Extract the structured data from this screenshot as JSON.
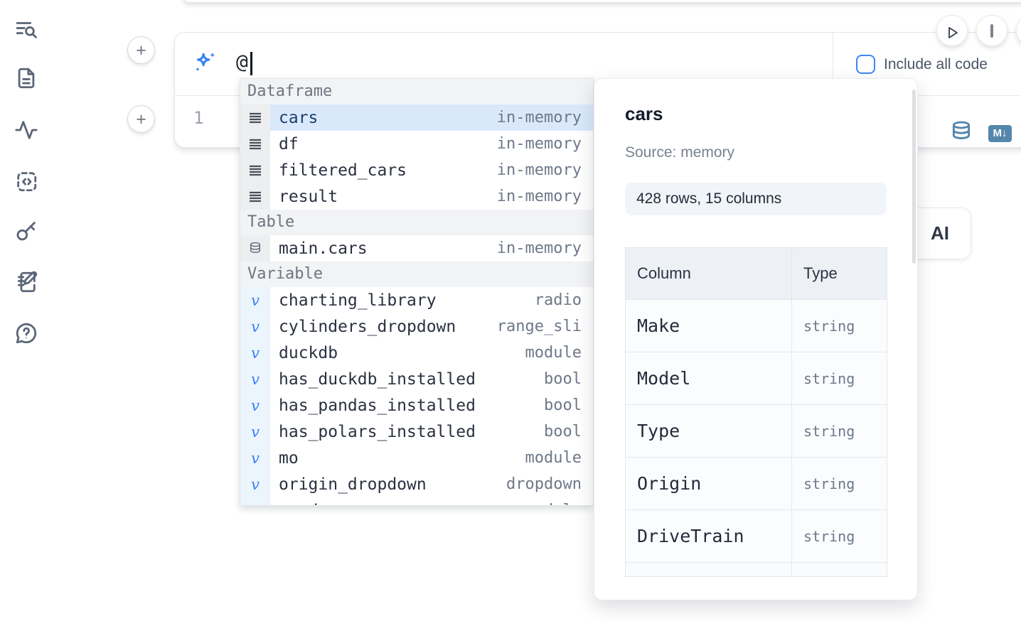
{
  "sidebar": {
    "icons": [
      "text-search",
      "file-document",
      "activity",
      "code-snippet",
      "key",
      "scratchpad",
      "help-chat"
    ]
  },
  "toolbar": {
    "play": "run-button",
    "stop": "stop-button",
    "include_all_code_label": "Include all code"
  },
  "prompt": {
    "value": "@",
    "line_number": "1",
    "markdown_badge": "M↓"
  },
  "autocomplete": {
    "sections": [
      {
        "label": "Dataframe",
        "items": [
          {
            "name": "cars",
            "detail": "in-memory",
            "selected": true
          },
          {
            "name": "df",
            "detail": "in-memory"
          },
          {
            "name": "filtered_cars",
            "detail": "in-memory"
          },
          {
            "name": "result",
            "detail": "in-memory"
          }
        ]
      },
      {
        "label": "Table",
        "items": [
          {
            "name": "main.cars",
            "detail": "in-memory"
          }
        ]
      },
      {
        "label": "Variable",
        "items": [
          {
            "name": "charting_library",
            "detail": "radio"
          },
          {
            "name": "cylinders_dropdown",
            "detail": "range_sli"
          },
          {
            "name": "duckdb",
            "detail": "module"
          },
          {
            "name": "has_duckdb_installed",
            "detail": "bool"
          },
          {
            "name": "has_pandas_installed",
            "detail": "bool"
          },
          {
            "name": "has_polars_installed",
            "detail": "bool"
          },
          {
            "name": "mo",
            "detail": "module"
          },
          {
            "name": "origin_dropdown",
            "detail": "dropdown"
          },
          {
            "name": "pandas",
            "detail": "module"
          }
        ]
      }
    ]
  },
  "preview": {
    "title": "cars",
    "source": "Source: memory",
    "shape": "428 rows, 15 columns",
    "table": {
      "headers": [
        "Column",
        "Type"
      ],
      "rows": [
        [
          "Make",
          "string"
        ],
        [
          "Model",
          "string"
        ],
        [
          "Type",
          "string"
        ],
        [
          "Origin",
          "string"
        ],
        [
          "DriveTrain",
          "string"
        ]
      ]
    }
  },
  "ai_panel": {
    "label": "AI"
  },
  "colors": {
    "accent_blue": "#3b82f6",
    "steel_blue": "#5586ab",
    "selected_row_bg": "#d9e9fb",
    "section_header_bg": "#f2f3f5",
    "badge_bg": "#f1f5f9",
    "table_header_bg": "#edf1f6",
    "border": "#e3e6ea"
  }
}
